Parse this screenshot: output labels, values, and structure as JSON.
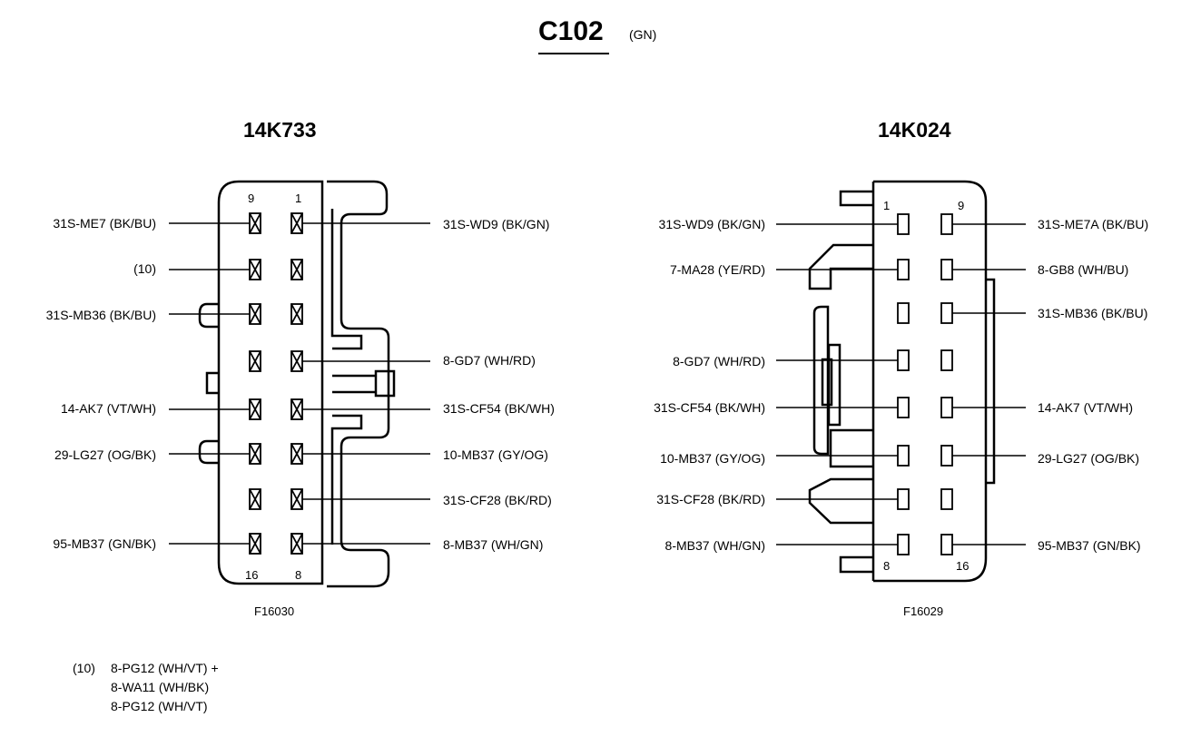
{
  "title": "C102",
  "color_code": "(GN)",
  "left_connector": {
    "name": "14K733",
    "figure": "F16030",
    "top_pins": [
      "9",
      "1"
    ],
    "bottom_pins": [
      "16",
      "8"
    ],
    "left_labels": [
      "31S-ME7 (BK/BU)",
      "(10)",
      "31S-MB36 (BK/BU)",
      "14-AK7 (VT/WH)",
      "29-LG27 (OG/BK)",
      "95-MB37 (GN/BK)"
    ],
    "right_labels": [
      "31S-WD9 (BK/GN)",
      "8-GD7 (WH/RD)",
      "31S-CF54 (BK/WH)",
      "10-MB37 (GY/OG)",
      "31S-CF28 (BK/RD)",
      "8-MB37 (WH/GN)"
    ]
  },
  "right_connector": {
    "name": "14K024",
    "figure": "F16029",
    "top_pins": [
      "1",
      "9"
    ],
    "bottom_pins": [
      "8",
      "16"
    ],
    "left_labels": [
      "31S-WD9 (BK/GN)",
      "7-MA28 (YE/RD)",
      "8-GD7 (WH/RD)",
      "31S-CF54 (BK/WH)",
      "10-MB37 (GY/OG)",
      "31S-CF28 (BK/RD)",
      "8-MB37 (WH/GN)"
    ],
    "right_labels": [
      "31S-ME7A (BK/BU)",
      "8-GB8 (WH/BU)",
      "31S-MB36 (BK/BU)",
      "14-AK7 (VT/WH)",
      "29-LG27 (OG/BK)",
      "95-MB37 (GN/BK)"
    ]
  },
  "note": {
    "key": "(10)",
    "lines": [
      "8-PG12 (WH/VT) +",
      "8-WA11 (WH/BK)",
      "8-PG12 (WH/VT)"
    ]
  }
}
